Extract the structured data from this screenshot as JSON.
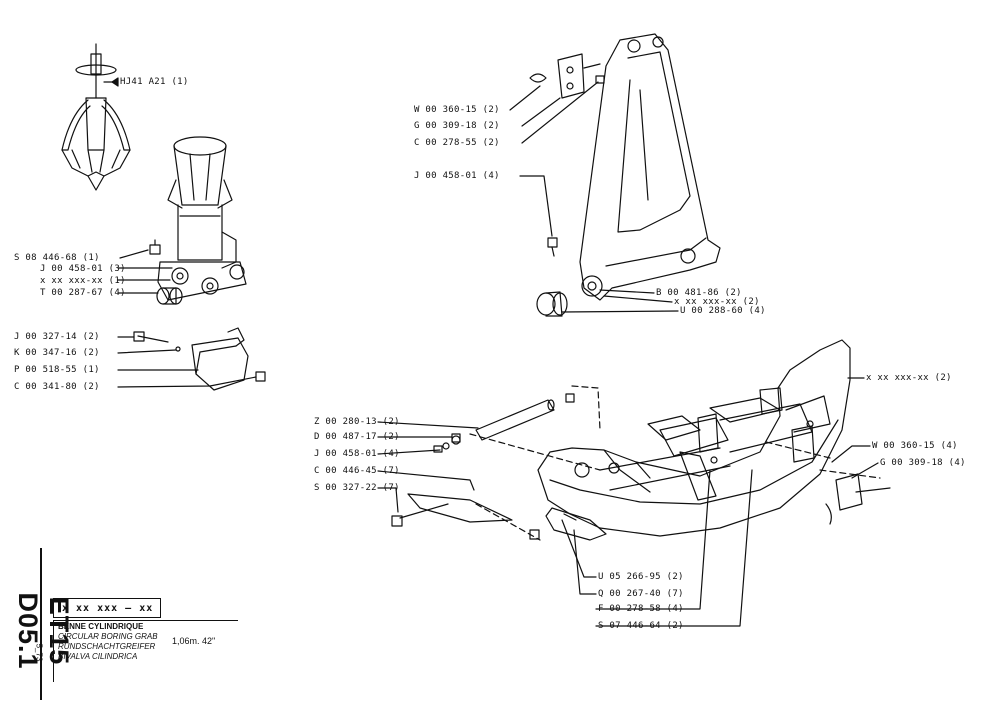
{
  "labels": {
    "hj41": "HJ41  A21 (1)",
    "s08_446_68": "S 08  446-68  (1)",
    "j00_458_01_3": "J 00  458-01  (3)",
    "xx_1": "x xx  xxx-xx  (1)",
    "t00_287_67": "T 00  287-67  (4)",
    "j00_327_14": "J 00  327-14  (2)",
    "k00_347_16": "K 00  347-16  (2)",
    "p00_518_55": "P 00  518-55  (1)",
    "c00_341_80": "C 00  341-80  (2)",
    "w00_360_15_2": "W 00  360-15  (2)",
    "g00_309_18_2": "G 00  309-18  (2)",
    "c00_278_55": "C 00  278-55  (2)",
    "j00_458_01_4a": "J 00  458-01  (4)",
    "b00_481_86": "B 00  481-86  (2)",
    "xx_2a": "x xx  xxx-xx  (2)",
    "u00_288_60": "U 00  288-60  (4)",
    "xx_2b": "x xx  xxx-xx  (2)",
    "z00_280_13": "Z 00  280-13  (2)",
    "d00_487_17": "D 00  487-17  (2)",
    "j00_458_01_4b": "J 00  458-01  (4)",
    "c00_446_45": "C 00  446-45  (7)",
    "s00_327_22": "S 00  327-22  (7)",
    "w00_360_15_4": "W 00  360-15  (4)",
    "g00_309_18_4": "G 00  309-18  (4)",
    "u05_266_95": "U 05  266-95  (2)",
    "q00_267_40": "Q 00  267-40  (7)",
    "f00_278_58": "F 00  278-58  (4)",
    "s07_446_64": "S 07  446-64  (2)"
  },
  "title_block": {
    "reference": "x  xx  xxx  – xx",
    "title_fr": "BENNE CYLINDRIQUE",
    "title_en": "CIRCULAR BORING GRAB",
    "title_de": "RUNDSCHACHTGREIFER",
    "title_es": "BIVALVA CILINDRICA",
    "size": "1,06m.   42\"",
    "sheet_code": "ET15  D05.1",
    "date": "5_73"
  }
}
